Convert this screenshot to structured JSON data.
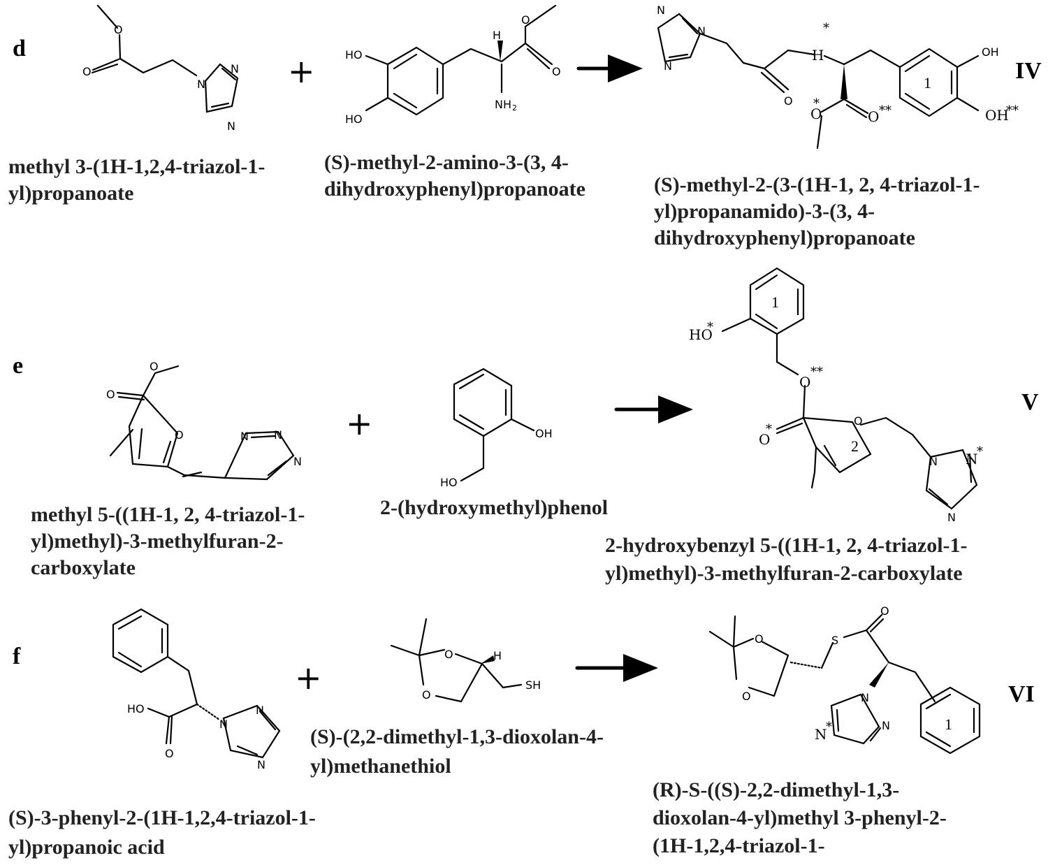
{
  "rows": [
    {
      "label": "d",
      "product_number": "IV",
      "reactant_a_name": [
        "methyl 3-(1H-1,2,4-triazol-1-",
        "yl)propanoate"
      ],
      "reactant_b_name": [
        "(S)-methyl-2-amino-3-(3, 4-",
        "dihydroxyphenyl)propanoate"
      ],
      "product_name": [
        "(S)-methyl-2-(3-(1H-1, 2, 4-triazol-1-",
        "yl)propanamido)-3-(3, 4-",
        "dihydroxyphenyl)propanoate"
      ]
    },
    {
      "label": "e",
      "product_number": "V",
      "reactant_a_name": [
        "methyl 5-((1H-1, 2, 4-triazol-1-",
        "yl)methyl)-3-methylfuran-2-",
        "carboxylate"
      ],
      "reactant_b_name": [
        "2-(hydroxymethyl)phenol"
      ],
      "product_name": [
        "2-hydroxybenzyl 5-((1H-1, 2, 4-triazol-1-",
        "yl)methyl)-3-methylfuran-2-carboxylate"
      ]
    },
    {
      "label": "f",
      "product_number": "VI",
      "reactant_a_name": [
        "(S)-3-phenyl-2-(1H-1,2,4-triazol-1-",
        "yl)propanoic  acid"
      ],
      "reactant_b_name": [
        "(S)-(2,2-dimethyl-1,3-dioxolan-4-",
        "yl)methanethiol"
      ],
      "product_name": [
        "(R)-S-((S)-2,2-dimethyl-1,3-",
        "dioxolan-4-yl)methyl 3-phenyl-2-",
        "(1H-1,2,4-triazol-1-"
      ]
    }
  ],
  "symbols": {
    "plus": "+",
    "arrow_icon": "reaction-arrow-icon"
  },
  "atoms": {
    "O": "O",
    "N": "N",
    "H": "H",
    "S": "S",
    "HO": "HO",
    "OH": "OH",
    "NH2": "NH",
    "NH2_sub": "2",
    "SH": "SH",
    "Ostar": "O",
    "Nstar": "N",
    "Hstar": "H",
    "HOstar": "HO",
    "star": "*",
    "dstar": "**",
    "OHdstar": "OH"
  },
  "ring_numbers": {
    "one": "1",
    "two": "2"
  }
}
